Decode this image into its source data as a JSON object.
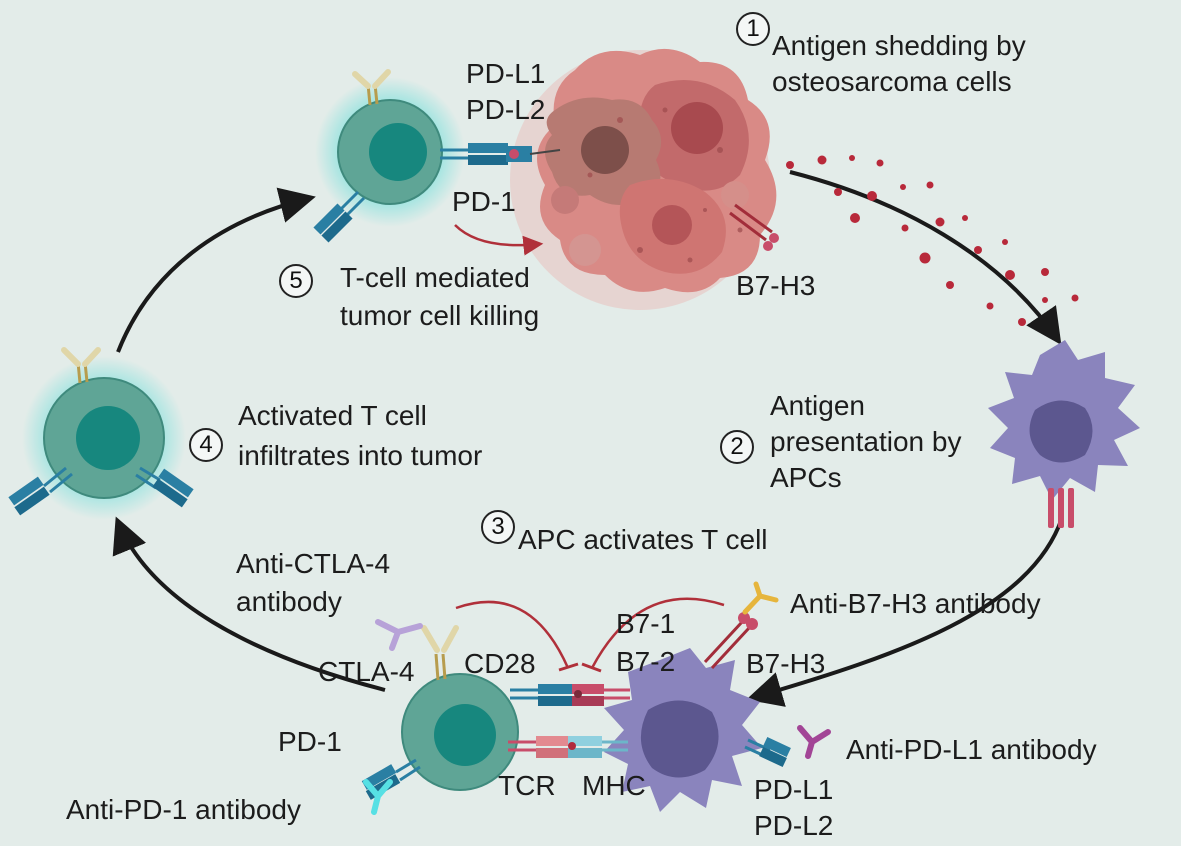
{
  "steps": [
    {
      "number": "1",
      "text": [
        "Antigen shedding by",
        "osteosarcoma cells"
      ]
    },
    {
      "number": "2",
      "text": [
        "Antigen",
        "presentation by",
        "APCs"
      ]
    },
    {
      "number": "3",
      "text": [
        "APC activates T cell"
      ]
    },
    {
      "number": "4",
      "text": [
        "Activated T cell",
        "infiltrates into tumor"
      ]
    },
    {
      "number": "5",
      "text": [
        "T-cell mediated",
        "tumor cell killing"
      ]
    }
  ],
  "top": {
    "pdl1": "PD-L1",
    "pdl2": "PD-L2",
    "pd1": "PD-1",
    "b7h3": "B7-H3"
  },
  "bottom": {
    "anti_ctla4": [
      "Anti-CTLA-4",
      "antibody"
    ],
    "ctla4": "CTLA-4",
    "cd28": "CD28",
    "b71": "B7-1",
    "b72": "B7-2",
    "anti_b7h3": "Anti-B7-H3 antibody",
    "b7h3": "B7-H3",
    "pd1": "PD-1",
    "anti_pdl1": "Anti-PD-L1 antibody",
    "tcr": "TCR",
    "mhc": "MHC",
    "pdl1": "PD-L1",
    "pdl2": "PD-L2",
    "anti_pd1": "Anti-PD-1 antibody"
  },
  "colors": {
    "background": "#e3ece9",
    "tcell_body": "#5fa596",
    "tcell_nucleus": "#17877e",
    "tcell_glow": "#7fe0dc",
    "apc_body": "#8a84bd",
    "apc_nucleus": "#5c578f",
    "tumor": "#d98a86",
    "tumor_dark": "#a84a4f",
    "antigen": "#b8293a",
    "receptor_blue": "#2a7fa3",
    "receptor_pink": "#c84d6a",
    "arrow": "#1a1a1a",
    "inhibit": "#b0303a"
  }
}
